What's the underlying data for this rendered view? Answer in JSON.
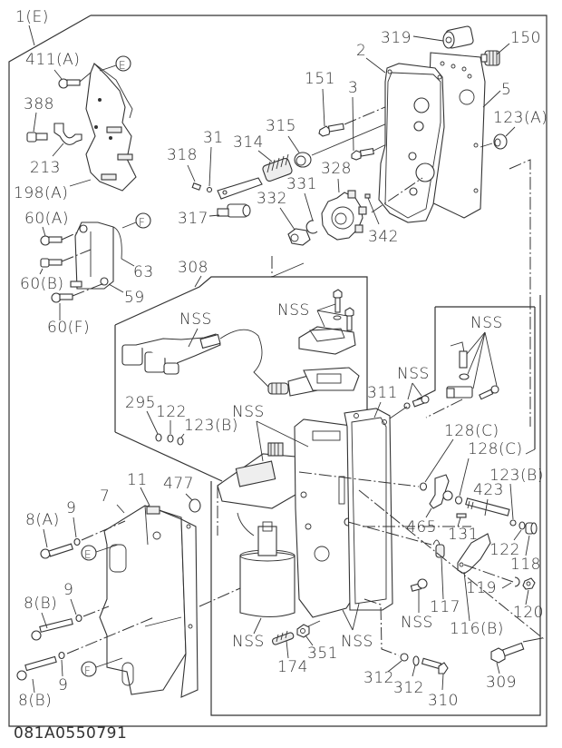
{
  "diagram": {
    "drawing_code": "081A0550791",
    "assembly_label": "1(E)",
    "connector_marks": {
      "E": "E",
      "F": "F"
    },
    "labels": {
      "p411A": "411(A)",
      "p388": "388",
      "p213": "213",
      "p198A": "198(A)",
      "p60A": "60(A)",
      "p60B": "60(B)",
      "p60F": "60(F)",
      "p63": "63",
      "p59": "59",
      "p318": "318",
      "p31": "31",
      "p314": "314",
      "p315": "315",
      "p317": "317",
      "p332": "332",
      "p331": "331",
      "p328": "328",
      "p151": "151",
      "p3": "3",
      "p2": "2",
      "p319": "319",
      "p150": "150",
      "p5": "5",
      "p123A": "123(A)",
      "p342": "342",
      "p308": "308",
      "nss_harness": "NSS",
      "nss_plate": "NSS",
      "nss_right_group": "NSS",
      "nss_311": "NSS",
      "p311": "311",
      "p295": "295",
      "p122a": "122",
      "p123B_left": "123(B)",
      "nss_actuator": "NSS",
      "p128C_1": "128(C)",
      "p128C_2": "128(C)",
      "p123B_right": "123(B)",
      "p423": "423",
      "p465": "465",
      "p131": "131",
      "p122b": "122",
      "p118": "118",
      "p119": "119",
      "p120": "120",
      "p117": "117",
      "p116B": "116(B)",
      "nss_bolt": "NSS",
      "p309": "309",
      "p7": "7",
      "p11": "11",
      "p477": "477",
      "p8A": "8(A)",
      "p9a": "9",
      "p8B_1": "8(B)",
      "p9b": "9",
      "p8B_2": "8(B)",
      "p9c": "9",
      "nss_solenoid": "NSS",
      "p174": "174",
      "p351": "351",
      "nss_bottom": "NSS",
      "p312a": "312",
      "p312b": "312",
      "p310": "310"
    }
  }
}
